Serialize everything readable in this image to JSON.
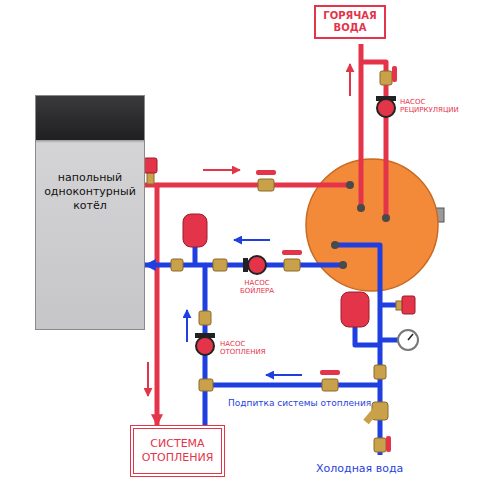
{
  "diagram": {
    "nodes": [
      {
        "text": [
          "ГОРЯЧАЯ ВОДА"
        ]
      },
      {
        "text": [
          "напольный одноконтурный котёл"
        ]
      },
      {
        "text": [
          "СИСТЕМА ОТОПЛЕНИЯ"
        ]
      }
    ],
    "edges": [
      {
        "from": 1,
        "to": 2,
        "arrow": "to"
      },
      {
        "from": 2,
        "to": 1,
        "arrow": "to"
      }
    ],
    "labels": [
      "НАСОС РЕЦИРКУЛЯЦИИ",
      "НАСОС БОЙЛЕРА",
      "НАСОС ОТОПЛЕНИЯ",
      "Подпитка системы отопления",
      "Холодная вода"
    ]
  }
}
